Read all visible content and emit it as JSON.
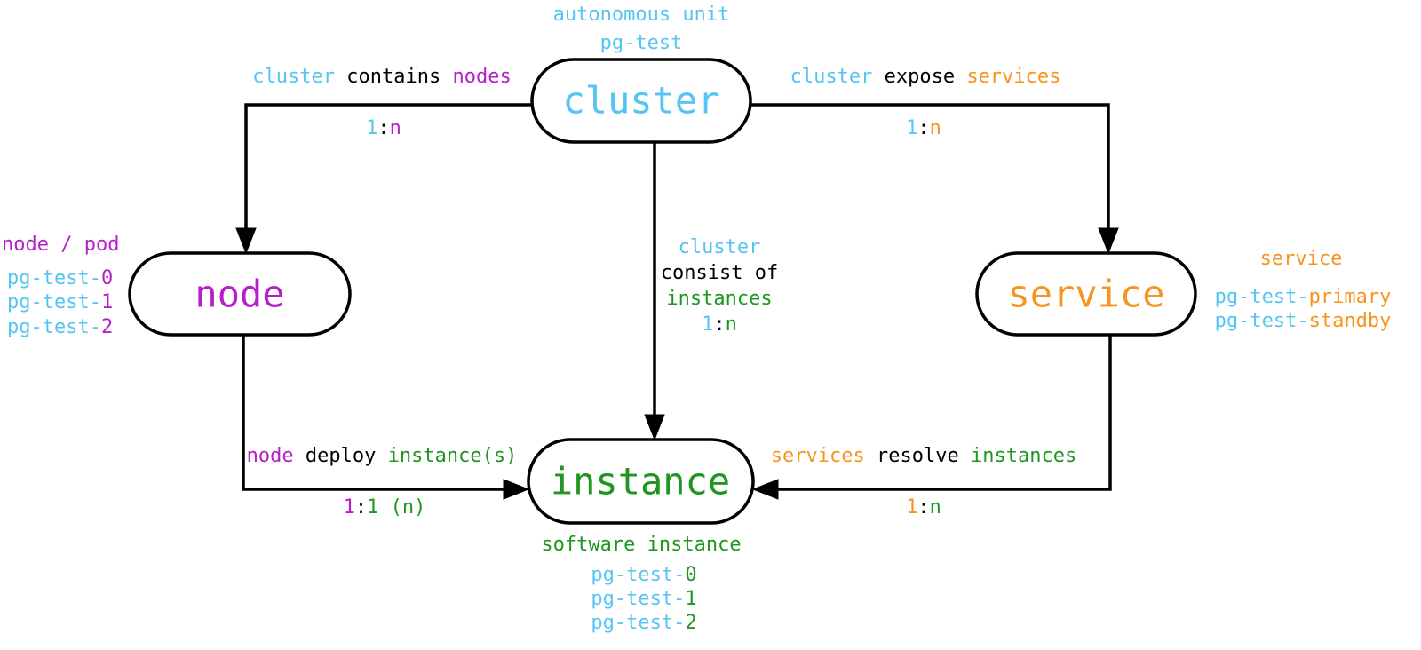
{
  "palette": {
    "cluster": "#56C5F2",
    "node": "#B41FC8",
    "service": "#F7941D",
    "instance": "#1E9620",
    "plain": "#000000"
  },
  "nodes": {
    "cluster": {
      "title": [
        {
          "t": "cluster",
          "c": "cluster"
        }
      ],
      "annotation": {
        "line1": [
          {
            "t": "autonomous unit",
            "c": "cluster"
          }
        ],
        "line2": [
          {
            "t": "pg-test",
            "c": "cluster"
          }
        ]
      }
    },
    "node": {
      "title": [
        {
          "t": "node",
          "c": "node"
        }
      ],
      "annotation": {
        "title": [
          {
            "t": "node / pod",
            "c": "node"
          }
        ],
        "items": [
          [
            {
              "t": "pg-test-",
              "c": "cluster"
            },
            {
              "t": "0",
              "c": "node"
            }
          ],
          [
            {
              "t": "pg-test-",
              "c": "cluster"
            },
            {
              "t": "1",
              "c": "node"
            }
          ],
          [
            {
              "t": "pg-test-",
              "c": "cluster"
            },
            {
              "t": "2",
              "c": "node"
            }
          ]
        ]
      }
    },
    "service": {
      "title": [
        {
          "t": "service",
          "c": "service"
        }
      ],
      "annotation": {
        "title": [
          {
            "t": "service",
            "c": "service"
          }
        ],
        "items": [
          [
            {
              "t": "pg-test-",
              "c": "cluster"
            },
            {
              "t": "primary",
              "c": "service"
            }
          ],
          [
            {
              "t": "pg-test-",
              "c": "cluster"
            },
            {
              "t": "standby",
              "c": "service"
            }
          ]
        ]
      }
    },
    "instance": {
      "title": [
        {
          "t": "instance",
          "c": "instance"
        }
      ],
      "annotation": {
        "title": [
          {
            "t": "software instance",
            "c": "instance"
          }
        ],
        "items": [
          [
            {
              "t": "pg-test-",
              "c": "cluster"
            },
            {
              "t": "0",
              "c": "instance"
            }
          ],
          [
            {
              "t": "pg-test-",
              "c": "cluster"
            },
            {
              "t": "1",
              "c": "instance"
            }
          ],
          [
            {
              "t": "pg-test-",
              "c": "cluster"
            },
            {
              "t": "2",
              "c": "instance"
            }
          ]
        ]
      }
    }
  },
  "edges": {
    "cluster_contains_nodes": {
      "label": [
        {
          "t": "cluster",
          "c": "cluster"
        },
        {
          "t": " contains ",
          "c": "plain"
        },
        {
          "t": "nodes",
          "c": "node"
        }
      ],
      "cardinality": [
        {
          "t": "1",
          "c": "cluster"
        },
        {
          "t": ":",
          "c": "plain"
        },
        {
          "t": "n",
          "c": "node"
        }
      ]
    },
    "cluster_expose_services": {
      "label": [
        {
          "t": "cluster",
          "c": "cluster"
        },
        {
          "t": " expose ",
          "c": "plain"
        },
        {
          "t": "services",
          "c": "service"
        }
      ],
      "cardinality": [
        {
          "t": "1",
          "c": "cluster"
        },
        {
          "t": ":",
          "c": "plain"
        },
        {
          "t": "n",
          "c": "service"
        }
      ]
    },
    "cluster_consist_of_instances": {
      "label_line1": [
        {
          "t": "cluster",
          "c": "cluster"
        }
      ],
      "label_line2": [
        {
          "t": "consist of",
          "c": "plain"
        }
      ],
      "label_line3": [
        {
          "t": "instances",
          "c": "instance"
        }
      ],
      "cardinality": [
        {
          "t": "1",
          "c": "cluster"
        },
        {
          "t": ":",
          "c": "plain"
        },
        {
          "t": "n",
          "c": "instance"
        }
      ]
    },
    "node_deploy_instances": {
      "label": [
        {
          "t": "node",
          "c": "node"
        },
        {
          "t": " deploy ",
          "c": "plain"
        },
        {
          "t": "instance(s)",
          "c": "instance"
        }
      ],
      "cardinality": [
        {
          "t": "1",
          "c": "node"
        },
        {
          "t": ":",
          "c": "plain"
        },
        {
          "t": "1 (n)",
          "c": "instance"
        }
      ]
    },
    "services_resolve_instances": {
      "label": [
        {
          "t": "services",
          "c": "service"
        },
        {
          "t": " resolve ",
          "c": "plain"
        },
        {
          "t": "instances",
          "c": "instance"
        }
      ],
      "cardinality": [
        {
          "t": "1",
          "c": "service"
        },
        {
          "t": ":",
          "c": "plain"
        },
        {
          "t": "n",
          "c": "instance"
        }
      ]
    }
  }
}
